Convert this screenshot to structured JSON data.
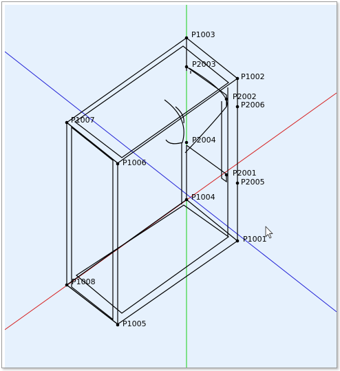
{
  "viewport": {
    "background": "#e6f1fd",
    "axis_colors": {
      "x": "#d62020",
      "y": "#2020d6",
      "z": "#18d018"
    },
    "edge_color": "#000000"
  },
  "points": [
    {
      "id": "p1003",
      "label": "P1003"
    },
    {
      "id": "p2003",
      "label": "P2003"
    },
    {
      "id": "p1002",
      "label": "P1002"
    },
    {
      "id": "p2002",
      "label": "P2002"
    },
    {
      "id": "p2006",
      "label": "P2006"
    },
    {
      "id": "p1007",
      "label": "P1007"
    },
    {
      "id": "p2004",
      "label": "P2004"
    },
    {
      "id": "p1006",
      "label": "P1006"
    },
    {
      "id": "p2001",
      "label": "P2001"
    },
    {
      "id": "p2005",
      "label": "P2005"
    },
    {
      "id": "p1004",
      "label": "P1004"
    },
    {
      "id": "p1001",
      "label": "P1001"
    },
    {
      "id": "p1008",
      "label": "P1008"
    },
    {
      "id": "p1005",
      "label": "P1005"
    }
  ],
  "cursor": {
    "icon": "arrow-cursor-icon"
  }
}
